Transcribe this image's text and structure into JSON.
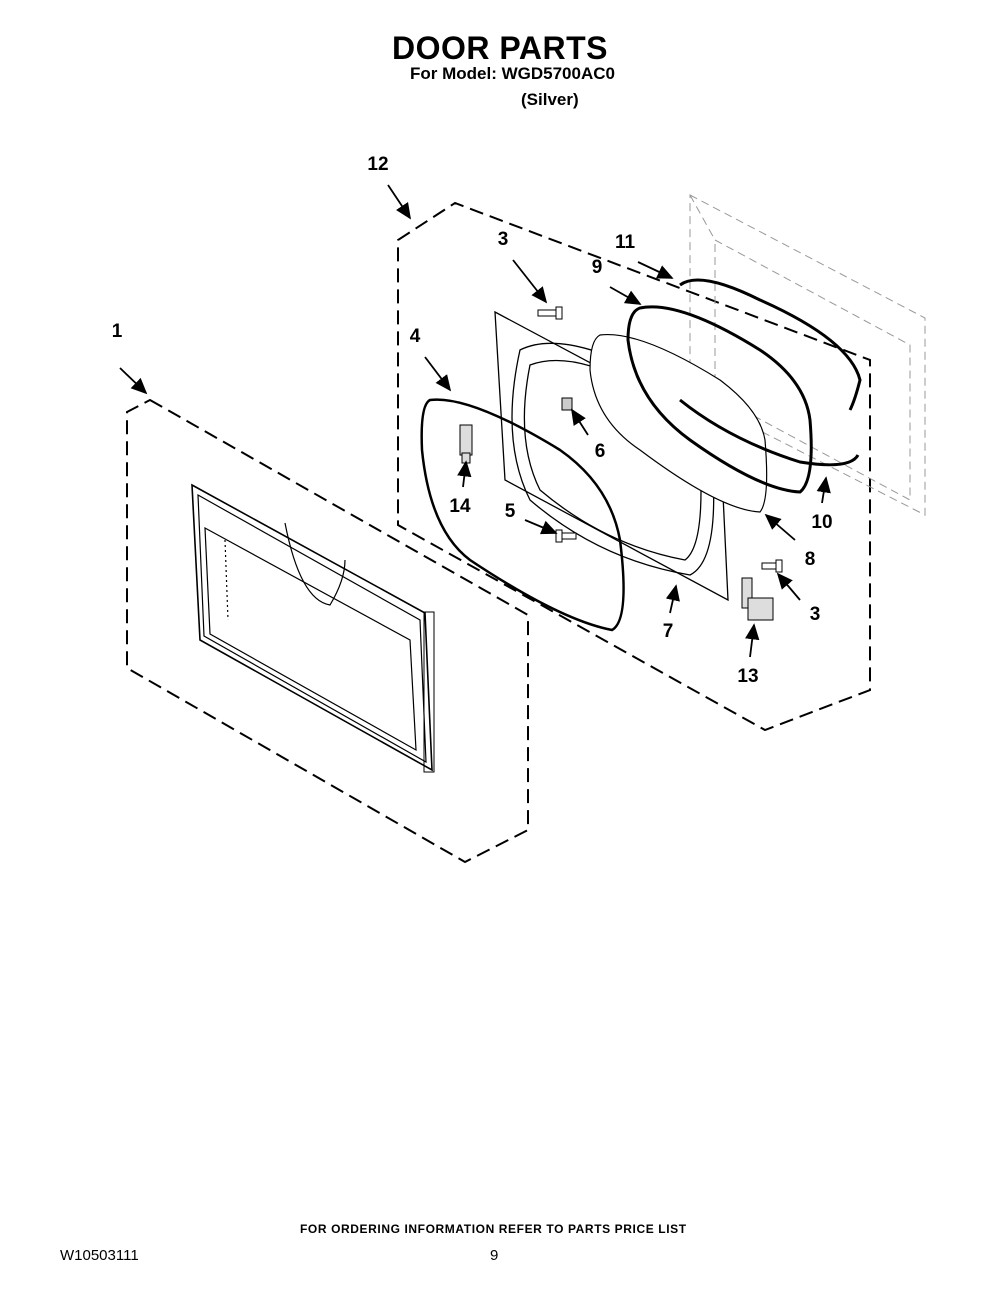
{
  "header": {
    "title": "DOOR PARTS",
    "model_line": "For Model: WGD5700AC0",
    "color": "(Silver)"
  },
  "diagram": {
    "callouts": [
      "1",
      "12",
      "3",
      "4",
      "11",
      "9",
      "6",
      "14",
      "5",
      "10",
      "8",
      "3",
      "7",
      "13"
    ]
  },
  "footer": {
    "ordering_note": "FOR ORDERING INFORMATION REFER TO PARTS PRICE LIST",
    "document_number": "W10503111",
    "page_number": "9"
  }
}
